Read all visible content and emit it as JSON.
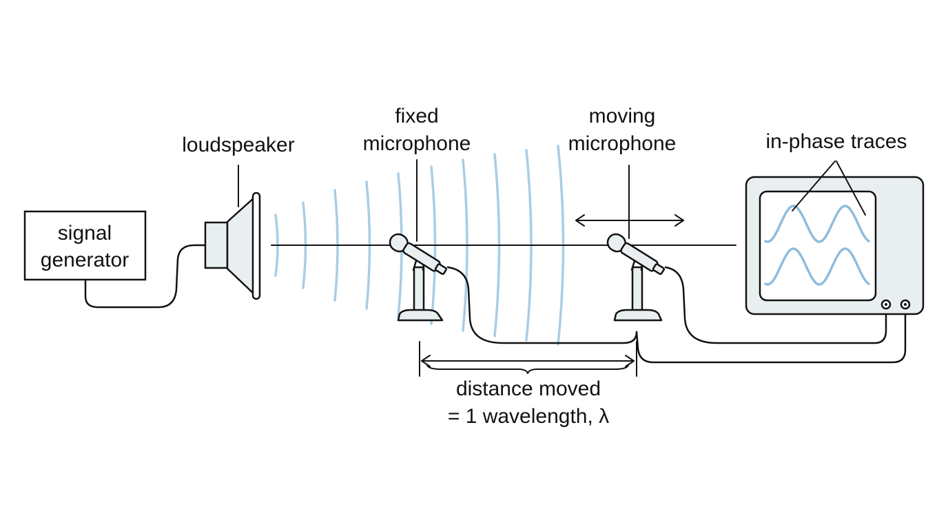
{
  "labels": {
    "signal_generator": [
      "signal",
      "generator"
    ],
    "loudspeaker": "loudspeaker",
    "fixed_microphone": [
      "fixed",
      "microphone"
    ],
    "moving_microphone": [
      "moving",
      "microphone"
    ],
    "in_phase_traces": "in-phase traces",
    "distance": [
      "distance moved",
      "= 1 wavelength, λ"
    ]
  },
  "colors": {
    "ink": "#111111",
    "device_fill": "#e9eef1",
    "wavefront": "#a9cde6",
    "trace": "#8fbcdc"
  }
}
